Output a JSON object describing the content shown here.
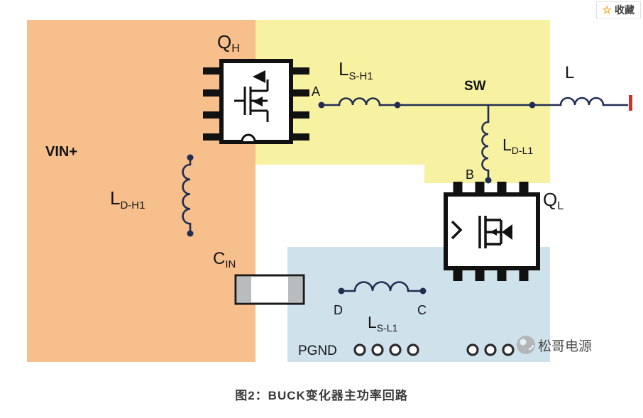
{
  "favorite": {
    "star_icon": "☆",
    "label": "收藏"
  },
  "caption": "图2：BUCK变化器主功率回路",
  "colors": {
    "region_vin": "#f6bf8c",
    "region_sw": "#f7f2a2",
    "region_gnd": "#cfe2ec",
    "wire": "#232d52",
    "star": "#f6a826",
    "red_mark": "#c9342b"
  },
  "labels": {
    "vin": "VIN+",
    "qh": {
      "main": "Q",
      "sub": "H"
    },
    "ldh1": {
      "main": "L",
      "sub": "D-H1"
    },
    "cin": {
      "main": "C",
      "sub": "IN"
    },
    "a": "A",
    "lsh1": {
      "main": "L",
      "sub": "S-H1"
    },
    "sw": "SW",
    "l": "L",
    "ldl1": {
      "main": "L",
      "sub": "D-L1"
    },
    "b": "B",
    "ql": {
      "main": "Q",
      "sub": "L"
    },
    "d": "D",
    "lsl1": {
      "main": "L",
      "sub": "S-L1"
    },
    "c": "C",
    "pgnd": "PGND",
    "watermark": "松哥电源"
  }
}
